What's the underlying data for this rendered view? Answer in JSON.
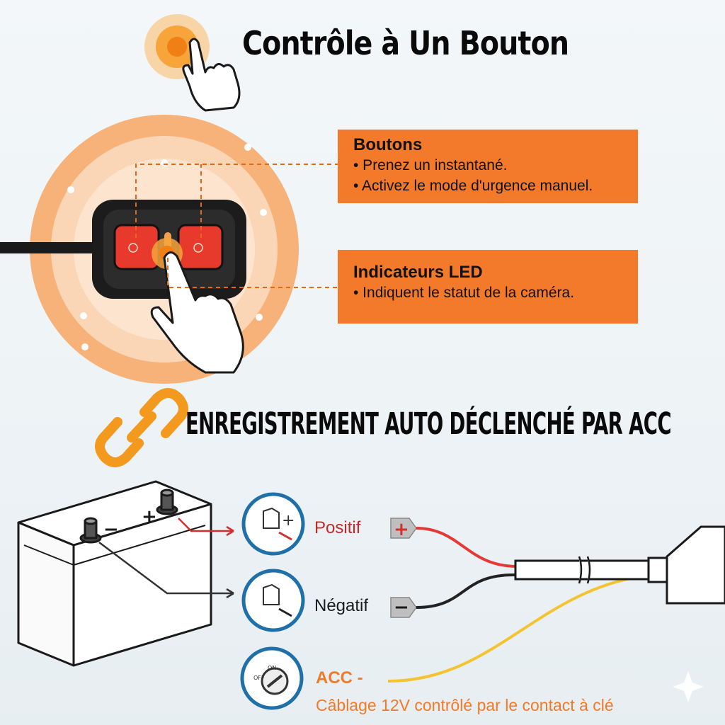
{
  "header": {
    "title": "Contrôle à Un Bouton",
    "icon": "tap-hand-icon"
  },
  "callouts": {
    "buttons": {
      "title": "Boutons",
      "items": [
        "• Prenez un instantané.",
        "• Activez le mode d'urgence manuel."
      ]
    },
    "led": {
      "title": "Indicateurs LED",
      "items": [
        "• Indiquent le statut de la caméra."
      ]
    }
  },
  "section2": {
    "title": "ENREGISTREMENT AUTO DÉCLENCHÉ PAR ACC",
    "icon": "chain-link-icon"
  },
  "wiring": {
    "positive_label": "Positif",
    "negative_label": "Négatif",
    "acc_label": "ACC -",
    "acc_desc": "Câblage 12V contrôlé par le contact à clé",
    "battery_minus": "−",
    "battery_plus": "+",
    "plus_symbol": "+",
    "minus_symbol": "−",
    "ignition_on": "ON",
    "ignition_off": "OFF"
  },
  "colors": {
    "accent": "#f47a2b",
    "positive_wire": "#e53935",
    "negative_wire": "#222222",
    "acc_wire": "#f4c430",
    "inset_ring": "#1f6fa8"
  }
}
